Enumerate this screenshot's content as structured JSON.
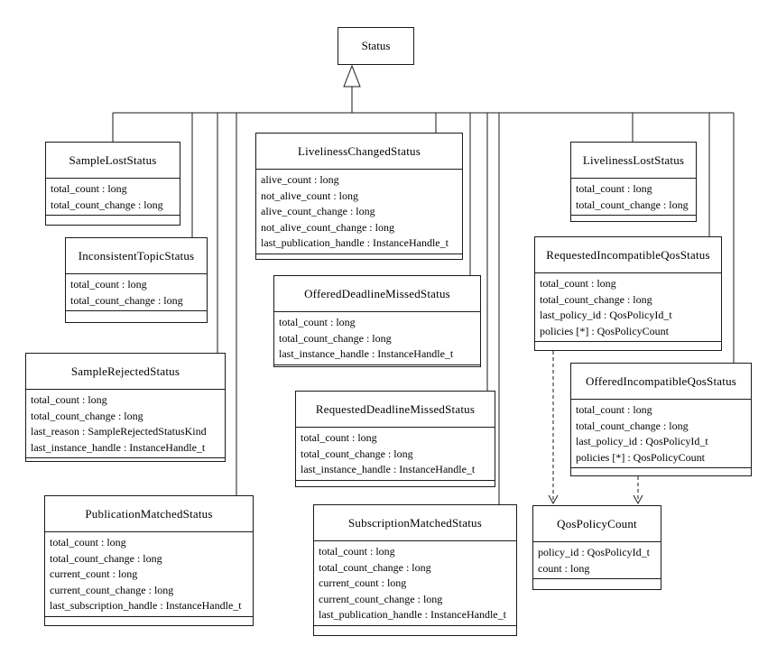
{
  "colors": {
    "line": "#1a1a1a",
    "box_background": "#ffffff",
    "page_background": "#ffffff"
  },
  "classes": [
    {
      "name": "Status",
      "attributes": []
    },
    {
      "name": "SampleLostStatus",
      "attributes": [
        "total_count : long",
        "total_count_change : long"
      ]
    },
    {
      "name": "InconsistentTopicStatus",
      "attributes": [
        "total_count : long",
        "total_count_change : long"
      ]
    },
    {
      "name": "SampleRejectedStatus",
      "attributes": [
        "total_count : long",
        "total_count_change : long",
        "last_reason : SampleRejectedStatusKind",
        "last_instance_handle : InstanceHandle_t"
      ]
    },
    {
      "name": "PublicationMatchedStatus",
      "attributes": [
        "total_count : long",
        "total_count_change : long",
        "current_count : long",
        "current_count_change : long",
        "last_subscription_handle : InstanceHandle_t"
      ]
    },
    {
      "name": "LivelinessChangedStatus",
      "attributes": [
        "alive_count : long",
        "not_alive_count : long",
        "alive_count_change : long",
        "not_alive_count_change : long",
        "last_publication_handle : InstanceHandle_t"
      ]
    },
    {
      "name": "OfferedDeadlineMissedStatus",
      "attributes": [
        "total_count : long",
        "total_count_change : long",
        "last_instance_handle : InstanceHandle_t"
      ]
    },
    {
      "name": "RequestedDeadlineMissedStatus",
      "attributes": [
        "total_count : long",
        "total_count_change : long",
        "last_instance_handle : InstanceHandle_t"
      ]
    },
    {
      "name": "SubscriptionMatchedStatus",
      "attributes": [
        "total_count : long",
        "total_count_change : long",
        "current_count : long",
        "current_count_change : long",
        "last_publication_handle : InstanceHandle_t"
      ]
    },
    {
      "name": "LivelinessLostStatus",
      "attributes": [
        "total_count : long",
        "total_count_change : long"
      ]
    },
    {
      "name": "RequestedIncompatibleQosStatus",
      "attributes": [
        "total_count : long",
        "total_count_change : long",
        "last_policy_id : QosPolicyId_t",
        "policies [*] : QosPolicyCount"
      ]
    },
    {
      "name": "OfferedIncompatibleQosStatus",
      "attributes": [
        "total_count : long",
        "total_count_change : long",
        "last_policy_id : QosPolicyId_t",
        "policies [*] : QosPolicyCount"
      ]
    },
    {
      "name": "QosPolicyCount",
      "attributes": [
        "policy_id : QosPolicyId_t",
        "count : long"
      ]
    }
  ],
  "relationships": [
    {
      "type": "generalization",
      "from": "SampleLostStatus",
      "to": "Status"
    },
    {
      "type": "generalization",
      "from": "InconsistentTopicStatus",
      "to": "Status"
    },
    {
      "type": "generalization",
      "from": "SampleRejectedStatus",
      "to": "Status"
    },
    {
      "type": "generalization",
      "from": "PublicationMatchedStatus",
      "to": "Status"
    },
    {
      "type": "generalization",
      "from": "LivelinessChangedStatus",
      "to": "Status"
    },
    {
      "type": "generalization",
      "from": "OfferedDeadlineMissedStatus",
      "to": "Status"
    },
    {
      "type": "generalization",
      "from": "RequestedDeadlineMissedStatus",
      "to": "Status"
    },
    {
      "type": "generalization",
      "from": "SubscriptionMatchedStatus",
      "to": "Status"
    },
    {
      "type": "generalization",
      "from": "LivelinessLostStatus",
      "to": "Status"
    },
    {
      "type": "generalization",
      "from": "RequestedIncompatibleQosStatus",
      "to": "Status"
    },
    {
      "type": "generalization",
      "from": "OfferedIncompatibleQosStatus",
      "to": "Status"
    },
    {
      "type": "dependency",
      "from": "RequestedIncompatibleQosStatus",
      "to": "QosPolicyCount"
    },
    {
      "type": "dependency",
      "from": "OfferedIncompatibleQosStatus",
      "to": "QosPolicyCount"
    }
  ]
}
